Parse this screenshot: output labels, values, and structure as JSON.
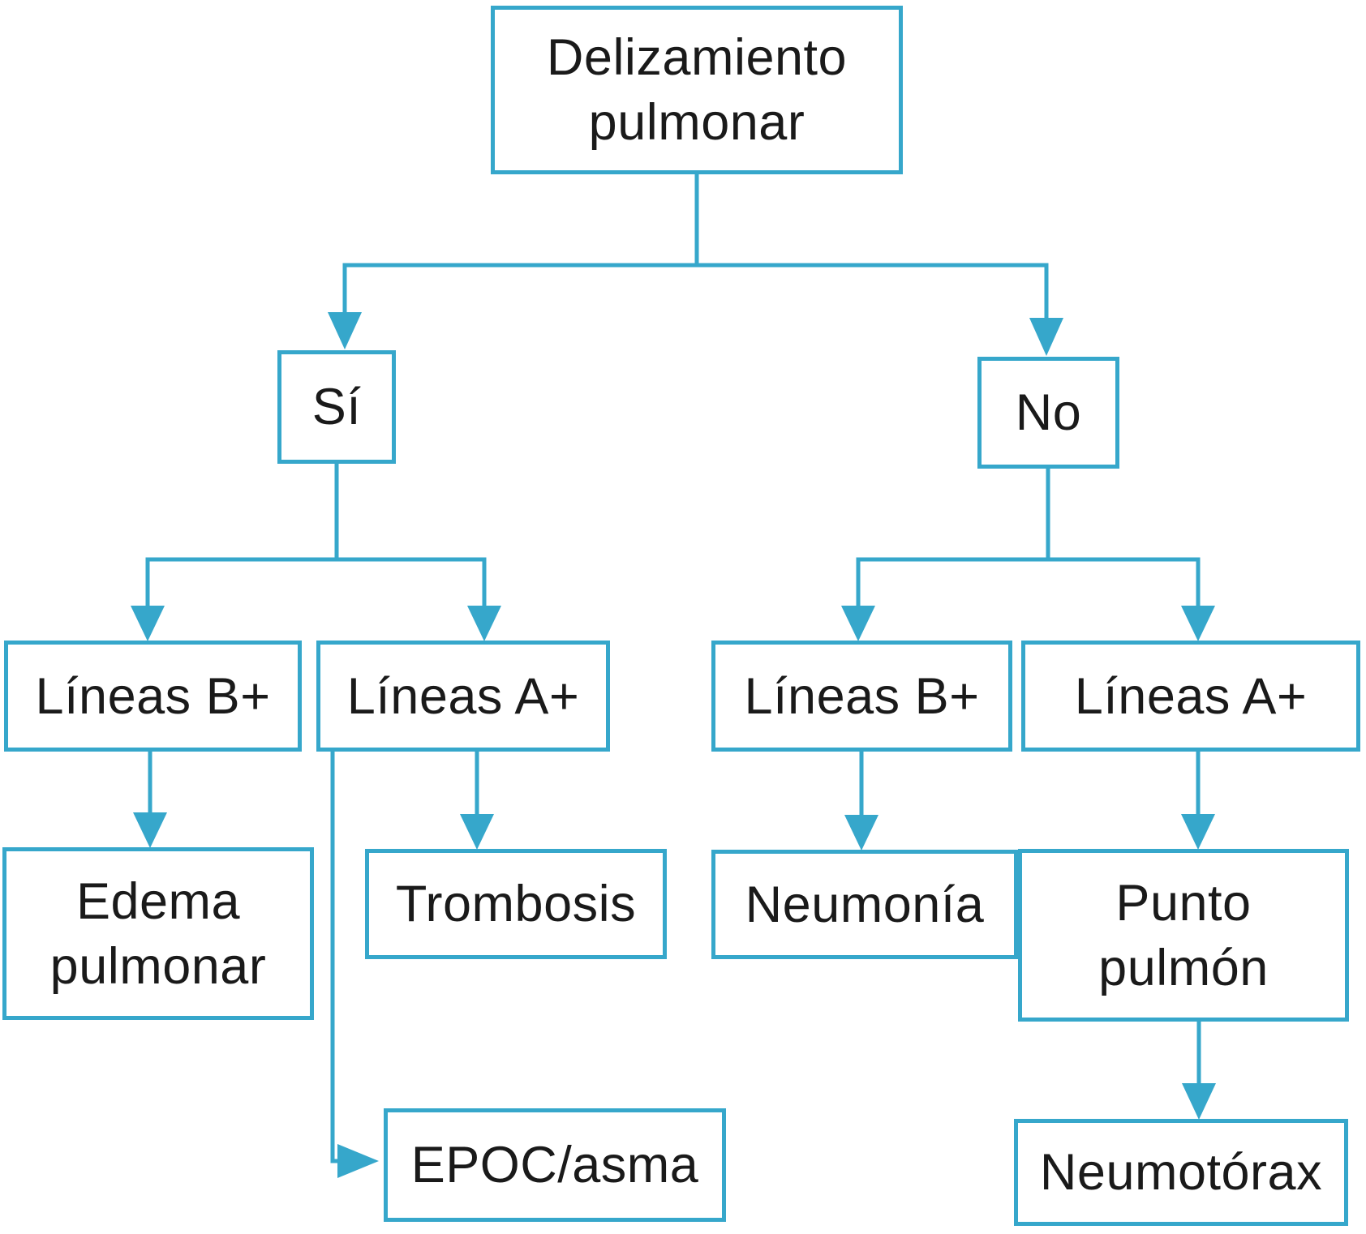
{
  "colors": {
    "line": "#36a7cb",
    "text": "#1a1a1a",
    "background": "#ffffff"
  },
  "nodes": {
    "root": {
      "label": "Delizamiento\npulmonar"
    },
    "si": {
      "label": "Sí"
    },
    "no": {
      "label": "No"
    },
    "lineas_b_left": {
      "label": "Líneas B+"
    },
    "lineas_a_left": {
      "label": "Líneas A+"
    },
    "lineas_b_right": {
      "label": "Líneas B+"
    },
    "lineas_a_right": {
      "label": "Líneas A+"
    },
    "edema": {
      "label": "Edema\npulmonar"
    },
    "trombosis": {
      "label": "Trombosis"
    },
    "neumonia": {
      "label": "Neumonía"
    },
    "punto_pulmon": {
      "label": "Punto\npulmón"
    },
    "epoc_asma": {
      "label": "EPOC/asma"
    },
    "neumotorax": {
      "label": "Neumotórax"
    }
  },
  "edges": [
    {
      "from": "root",
      "to": "si"
    },
    {
      "from": "root",
      "to": "no"
    },
    {
      "from": "si",
      "to": "lineas_b_left"
    },
    {
      "from": "si",
      "to": "lineas_a_left"
    },
    {
      "from": "no",
      "to": "lineas_b_right"
    },
    {
      "from": "no",
      "to": "lineas_a_right"
    },
    {
      "from": "lineas_b_left",
      "to": "edema"
    },
    {
      "from": "lineas_a_left",
      "to": "trombosis"
    },
    {
      "from": "lineas_a_left",
      "to": "epoc_asma"
    },
    {
      "from": "lineas_b_right",
      "to": "neumonia"
    },
    {
      "from": "lineas_a_right",
      "to": "punto_pulmon"
    },
    {
      "from": "punto_pulmon",
      "to": "neumotorax"
    }
  ]
}
